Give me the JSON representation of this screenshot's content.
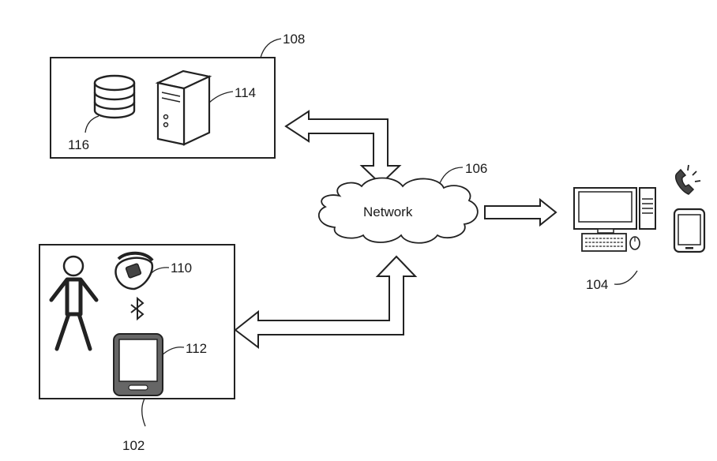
{
  "labels": {
    "ref_108": "108",
    "ref_114": "114",
    "ref_116": "116",
    "ref_106": "106",
    "network": "Network",
    "ref_104": "104",
    "ref_110": "110",
    "ref_112": "112",
    "ref_102": "102"
  },
  "icons": {
    "database": "database-icon",
    "server": "server-tower-icon",
    "cloud": "cloud-icon",
    "desktop": "desktop-computer-icon",
    "telephone": "telephone-icon",
    "smartphone": "smartphone-icon",
    "person": "person-icon",
    "wearable": "wearable-band-icon",
    "bluetooth": "bluetooth-icon",
    "tablet": "tablet-icon"
  },
  "colors": {
    "stroke": "#222222",
    "fill_dark": "#666666",
    "fill_light": "#ffffff"
  }
}
